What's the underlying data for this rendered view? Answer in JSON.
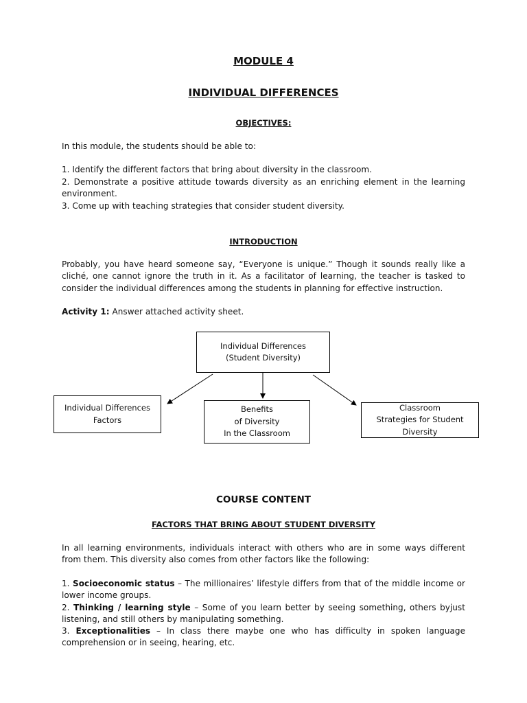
{
  "header": {
    "module": "MODULE 4",
    "title": "INDIVIDUAL DIFFERENCES"
  },
  "objectives": {
    "heading": "OBJECTIVES:",
    "intro": "In this module, the students should be able to:",
    "items": [
      "1. Identify the different factors that bring about diversity in the classroom.",
      "2. Demonstrate a positive attitude towards diversity as an enriching element in the learning environment.",
      "3. Come up with teaching strategies that consider student diversity."
    ]
  },
  "introduction": {
    "heading": "INTRODUCTION",
    "text": "Probably, you have heard someone say, “Everyone is unique.” Though it sounds really like a cliché, one cannot ignore the truth in it. As a facilitator of learning, the teacher is tasked to consider the individual differences among the students in planning for effective instruction.",
    "activity_label": "Activity 1:",
    "activity_text": " Answer attached activity sheet."
  },
  "diagram": {
    "root": [
      "Individual Differences",
      "(Student Diversity)"
    ],
    "left": [
      "Individual Differences",
      "Factors"
    ],
    "middle": [
      "Benefits",
      "of Diversity",
      "In the Classroom"
    ],
    "right": [
      "Classroom",
      "Strategies for Student",
      "Diversity"
    ]
  },
  "course": {
    "heading": "COURSE CONTENT",
    "subheading": "FACTORS THAT BRING ABOUT STUDENT DIVERSITY",
    "intro": "In all learning environments, individuals interact with others who are in some ways different from them. This diversity also comes from other factors like the following:",
    "factors": [
      {
        "num": "1. ",
        "term": "Socioeconomic status",
        "desc": " – The millionaires’ lifestyle differs from that of the middle income or lower income groups."
      },
      {
        "num": "2. ",
        "term": "Thinking / learning style",
        "desc": " – Some of you learn better by seeing something, others byjust listening, and still others by manipulating something."
      },
      {
        "num": "3. ",
        "term": "Exceptionalities",
        "desc": " – In class there maybe one who has difficulty in spoken language comprehension or in seeing, hearing, etc."
      }
    ]
  }
}
